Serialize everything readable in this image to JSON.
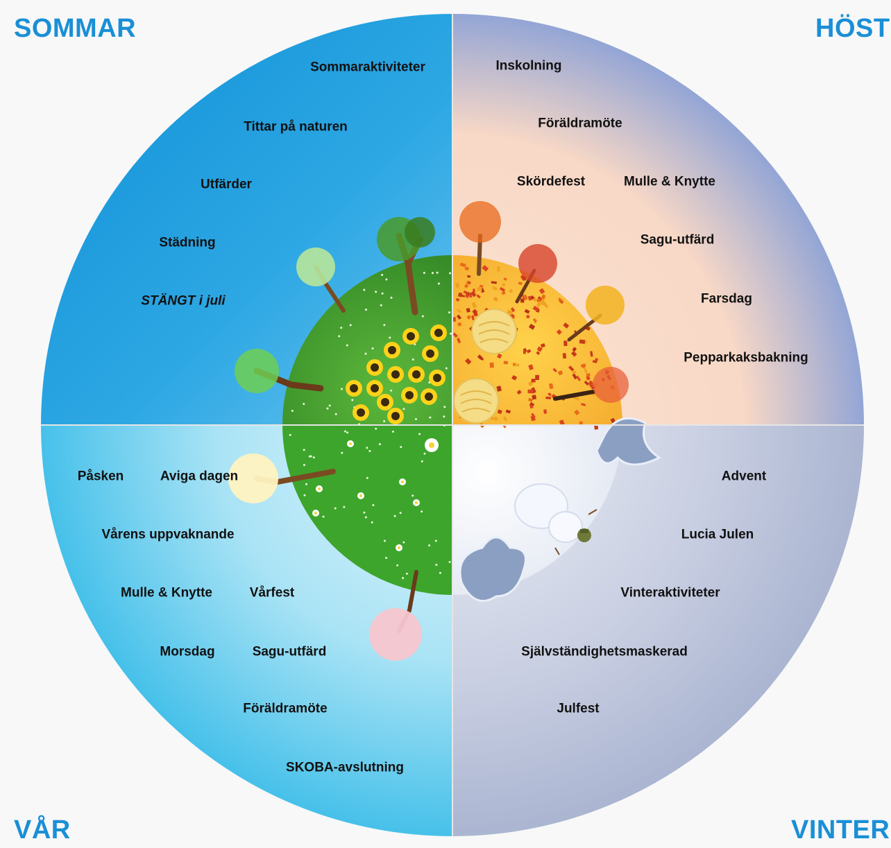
{
  "seasons": {
    "summer": {
      "title": "SOMMAR",
      "activities": [
        "Sommaraktiviteter",
        "Tittar på naturen",
        "Utfärder",
        "Städning",
        "STÄNGT i juli"
      ]
    },
    "autumn": {
      "title": "HÖST",
      "activities": [
        "Inskolning",
        "Föräldramöte",
        "Skördefest",
        "Mulle & Knytte",
        "Sagu-utfärd",
        "Farsdag",
        "Pepparkaksbakning"
      ]
    },
    "spring": {
      "title": "VÅR",
      "activities": [
        "Påsken",
        "Aviga dagen",
        "Vårens uppvaknande",
        "Mulle & Knytte",
        "Vårfest",
        "Morsdag",
        "Sagu-utfärd",
        "Föräldramöte",
        "SKOBA-avslutning"
      ]
    },
    "winter": {
      "title": "VINTER",
      "activities": [
        "Advent",
        "Lucia Julen",
        "Vinteraktiviteter",
        "Självständighetsmaskerad",
        "Julfest"
      ]
    }
  },
  "colors": {
    "title": "#1a8fd6",
    "summer": "#1fa3e0",
    "autumn": "#f7d2b5",
    "spring": "#6fd2ee",
    "winter": "#b9c3da",
    "green_globe": "#3b9a2c",
    "autumn_globe": "#f2a52a"
  },
  "icons": [
    "tree-icon",
    "sunflower-icon",
    "hay-bale-icon",
    "snowman-icon",
    "snow-tree-icon",
    "blossom-tree-icon",
    "daisy-icon"
  ]
}
